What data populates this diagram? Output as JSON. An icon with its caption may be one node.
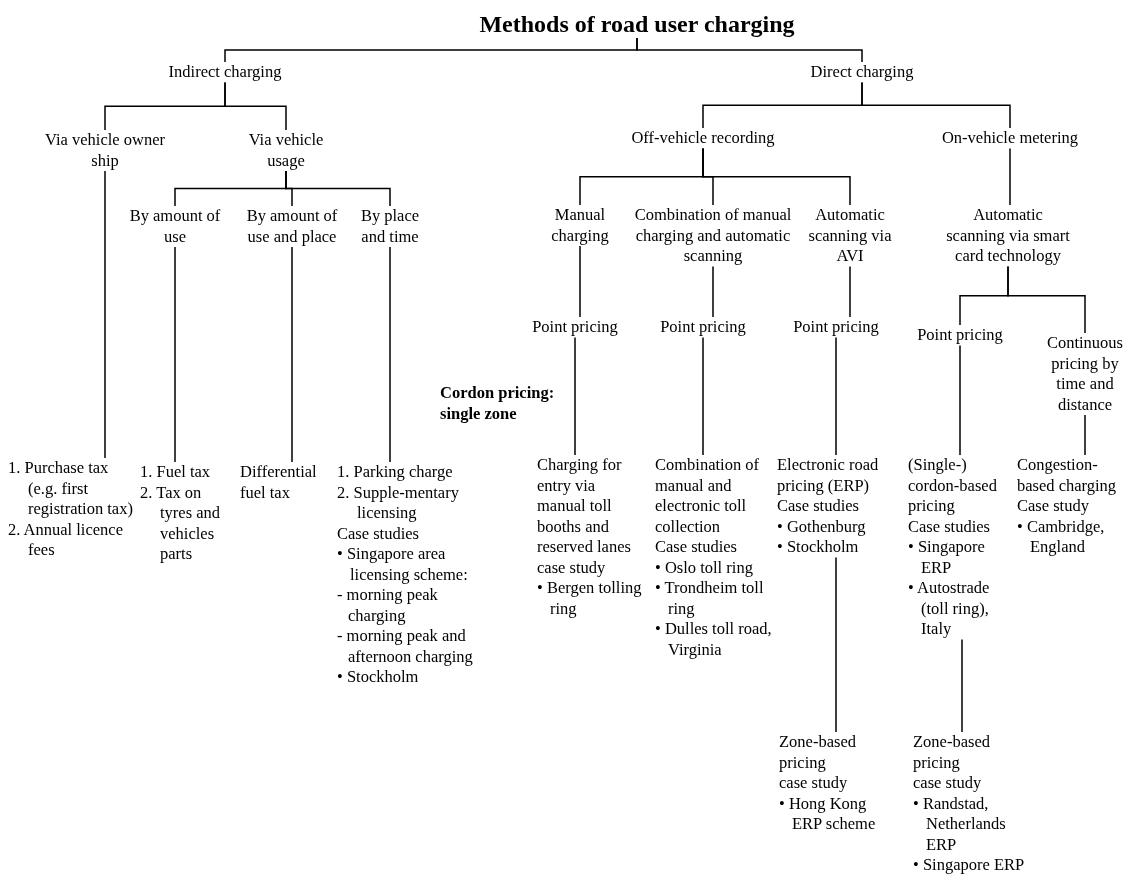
{
  "diagram": {
    "nodes": [
      {
        "text": [
          "Methods of road user charging"
        ]
      },
      {
        "text": [
          "Indirect charging"
        ]
      },
      {
        "text": [
          "Direct charging"
        ]
      },
      {
        "text": [
          "Via vehicle owner ship"
        ]
      },
      {
        "text": [
          "Via vehicle usage"
        ]
      },
      {
        "text": [
          "By amount of use"
        ]
      },
      {
        "text": [
          "By amount of use and place"
        ]
      },
      {
        "text": [
          "By place and time"
        ]
      },
      {
        "text": [
          "1. Purchase tax (e.g. first registration tax)",
          "2. Annual licence fees"
        ]
      },
      {
        "text": [
          "1. Fuel tax",
          "2. Tax on tyres and vehicles parts"
        ]
      },
      {
        "text": [
          "Differential fuel tax"
        ]
      },
      {
        "text": [
          "1. Parking charge",
          "2. Supple-mentary licensing",
          "Case studies",
          "• Singapore area licensing scheme:",
          "- morning peak charging",
          "- morning peak and afternoon charging",
          "• Stockholm"
        ]
      },
      {
        "text": [
          "Off-vehicle recording"
        ]
      },
      {
        "text": [
          "On-vehicle metering"
        ]
      },
      {
        "text": [
          "Manual charging"
        ]
      },
      {
        "text": [
          "Combination of manual charging and automatic scanning"
        ]
      },
      {
        "text": [
          "Automatic scanning via AVI"
        ]
      },
      {
        "text": [
          "Automatic scanning via smart card technology"
        ]
      },
      {
        "text": [
          "Point pricing"
        ]
      },
      {
        "text": [
          "Point pricing"
        ]
      },
      {
        "text": [
          "Point pricing"
        ]
      },
      {
        "text": [
          "Point pricing"
        ]
      },
      {
        "text": [
          "Continuous pricing by time and distance"
        ]
      },
      {
        "text": [
          "Charging for entry via manual toll booths and reserved lanes",
          "case study",
          "• Bergen tolling ring"
        ]
      },
      {
        "text": [
          "Combination of manual and electronic toll collection",
          "Case studies",
          "• Oslo toll ring",
          "• Trondheim toll ring",
          "• Dulles toll road, Virginia"
        ]
      },
      {
        "text": [
          "Electronic road pricing (ERP)",
          "Case studies",
          "• Gothenburg",
          "• Stockholm"
        ]
      },
      {
        "text": [
          "(Single-) cordon-based pricing",
          "Case studies",
          "• Singapore ERP",
          "• Autostrade (toll ring), Italy"
        ]
      },
      {
        "text": [
          "Congestion-based charging",
          "Case study",
          "• Cambridge, England"
        ]
      },
      {
        "text": [
          "Zone-based pricing",
          "case study",
          "• Hong Kong ERP scheme"
        ]
      },
      {
        "text": [
          "Zone-based pricing",
          "case study",
          "• Randstad, Netherlands ERP",
          "• Singapore ERP"
        ]
      }
    ],
    "edges": [
      {
        "from": 0,
        "to": 1,
        "arrow": "none"
      },
      {
        "from": 0,
        "to": 2,
        "arrow": "none"
      },
      {
        "from": 1,
        "to": 3,
        "arrow": "none"
      },
      {
        "from": 1,
        "to": 4,
        "arrow": "none"
      },
      {
        "from": 4,
        "to": 5,
        "arrow": "none"
      },
      {
        "from": 4,
        "to": 6,
        "arrow": "none"
      },
      {
        "from": 4,
        "to": 7,
        "arrow": "none"
      },
      {
        "from": 3,
        "to": 8,
        "arrow": "none"
      },
      {
        "from": 5,
        "to": 9,
        "arrow": "none"
      },
      {
        "from": 6,
        "to": 10,
        "arrow": "none"
      },
      {
        "from": 7,
        "to": 11,
        "arrow": "none"
      },
      {
        "from": 2,
        "to": 12,
        "arrow": "none"
      },
      {
        "from": 2,
        "to": 13,
        "arrow": "none"
      },
      {
        "from": 12,
        "to": 14,
        "arrow": "none"
      },
      {
        "from": 12,
        "to": 15,
        "arrow": "none"
      },
      {
        "from": 12,
        "to": 16,
        "arrow": "none"
      },
      {
        "from": 13,
        "to": 17,
        "arrow": "none"
      },
      {
        "from": 14,
        "to": 18,
        "arrow": "none"
      },
      {
        "from": 15,
        "to": 19,
        "arrow": "none"
      },
      {
        "from": 16,
        "to": 20,
        "arrow": "none"
      },
      {
        "from": 17,
        "to": 21,
        "arrow": "none"
      },
      {
        "from": 17,
        "to": 22,
        "arrow": "none"
      },
      {
        "from": 18,
        "to": 23,
        "arrow": "none"
      },
      {
        "from": 19,
        "to": 24,
        "arrow": "none"
      },
      {
        "from": 20,
        "to": 25,
        "arrow": "none"
      },
      {
        "from": 21,
        "to": 26,
        "arrow": "none"
      },
      {
        "from": 22,
        "to": 27,
        "arrow": "none"
      },
      {
        "from": 25,
        "to": 28,
        "arrow": "none"
      },
      {
        "from": 26,
        "to": 29,
        "arrow": "none"
      }
    ],
    "labels": [
      "Cordon pricing: single zone"
    ]
  }
}
